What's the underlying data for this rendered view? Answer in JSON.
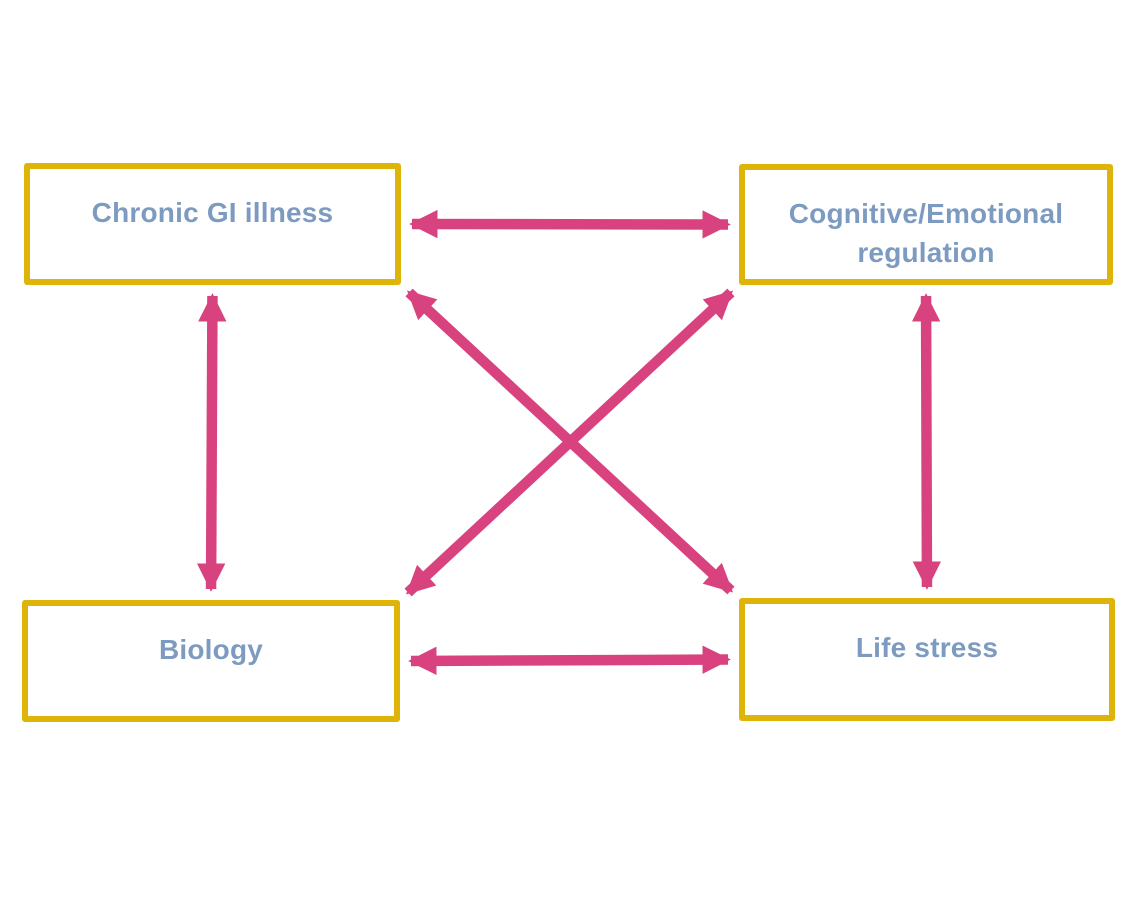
{
  "diagram": {
    "background_color": "#ffffff",
    "box_border_color": "#dfb408",
    "box_text_color": "#7d9bc1",
    "arrow_color": "#d8437f",
    "nodes": [
      {
        "id": "chronic-gi",
        "label": "Chronic GI illness"
      },
      {
        "id": "cognitive-emotional",
        "label": "Cognitive/Emotional regulation"
      },
      {
        "id": "biology",
        "label": "Biology"
      },
      {
        "id": "life-stress",
        "label": "Life stress"
      }
    ],
    "edges": [
      {
        "from": "chronic-gi",
        "to": "cognitive-emotional",
        "from_anchor": "right",
        "to_anchor": "left",
        "bidirectional": true
      },
      {
        "from": "chronic-gi",
        "to": "biology",
        "from_anchor": "bottom",
        "to_anchor": "top",
        "bidirectional": true
      },
      {
        "from": "cognitive-emotional",
        "to": "life-stress",
        "from_anchor": "bottom",
        "to_anchor": "top",
        "bidirectional": true
      },
      {
        "from": "biology",
        "to": "life-stress",
        "from_anchor": "right",
        "to_anchor": "left",
        "bidirectional": true
      },
      {
        "from": "chronic-gi",
        "to": "life-stress",
        "from_anchor": "bottom-right",
        "to_anchor": "top-left",
        "bidirectional": true
      },
      {
        "from": "cognitive-emotional",
        "to": "biology",
        "from_anchor": "bottom-left",
        "to_anchor": "top-right",
        "bidirectional": true
      }
    ]
  }
}
